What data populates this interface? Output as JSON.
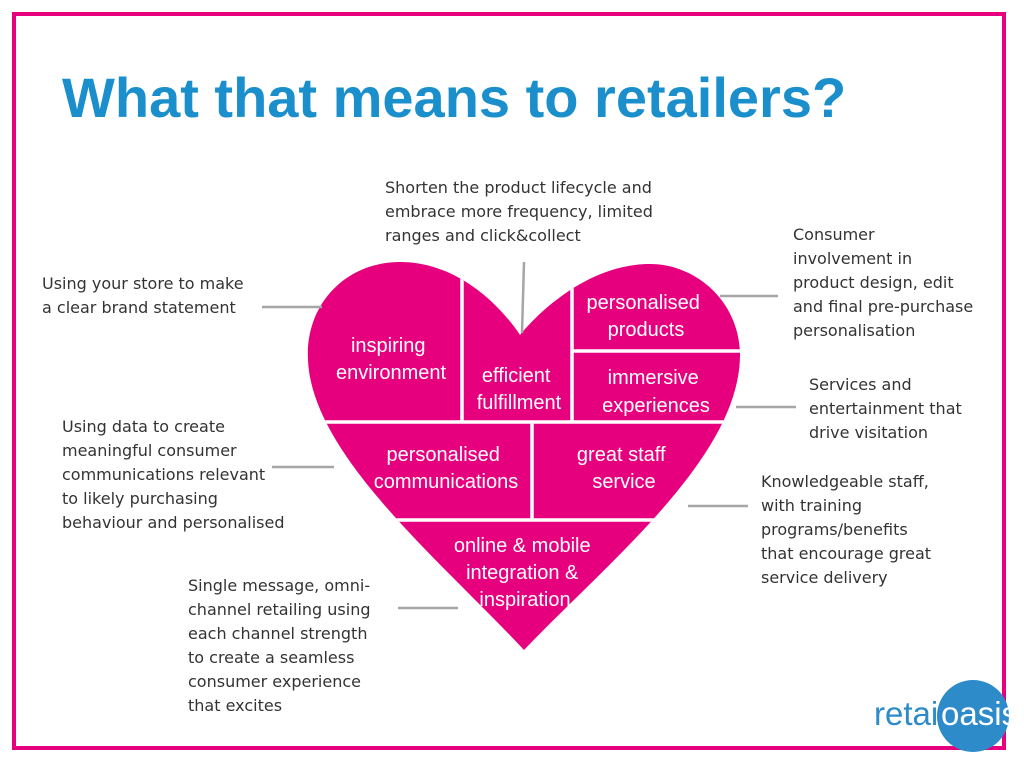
{
  "title": "What that means to retailers?",
  "colors": {
    "accent_pink": "#E6007E",
    "title_blue": "#1A8FCC",
    "logo_blue": "#2E8BC9",
    "note_text": "#333333",
    "connector_grey": "#A6A6A6"
  },
  "heart": {
    "inspiring_environment": [
      "inspiring",
      "environment"
    ],
    "efficient_fulfillment": [
      "efficient",
      "fulfillment"
    ],
    "personalised_products": [
      "personalised",
      "products"
    ],
    "immersive_experiences": [
      "immersive",
      "experiences"
    ],
    "personalised_communications": [
      "personalised",
      "communications"
    ],
    "great_staff_service": [
      "great staff",
      "service"
    ],
    "online_mobile_integration": [
      "online & mobile",
      "integration &",
      "inspiration"
    ]
  },
  "notes": {
    "product_lifecycle": "Shorten the product lifecycle and\nembrace more frequency, limited\nranges and click&collect",
    "brand_statement": "Using your store to make\na clear brand statement",
    "consumer_involvement": "Consumer\ninvolvement in\nproduct design, edit\nand final pre-purchase\npersonalisation",
    "services_entertainment": "Services and\nentertainment that\ndrive visitation",
    "data_communications": "Using data to create\nmeaningful consumer\ncommunications relevant\nto likely purchasing\nbehaviour and personalised",
    "knowledgeable_staff": "Knowledgeable staff,\nwith training\nprograms/benefits\nthat encourage great\nservice delivery",
    "omni_channel": "Single message, omni-\nchannel retailing using\neach channel strength\nto create a seamless\nconsumer experience\nthat excites"
  },
  "logo": {
    "part1": "retail",
    "part2": "oasis"
  }
}
